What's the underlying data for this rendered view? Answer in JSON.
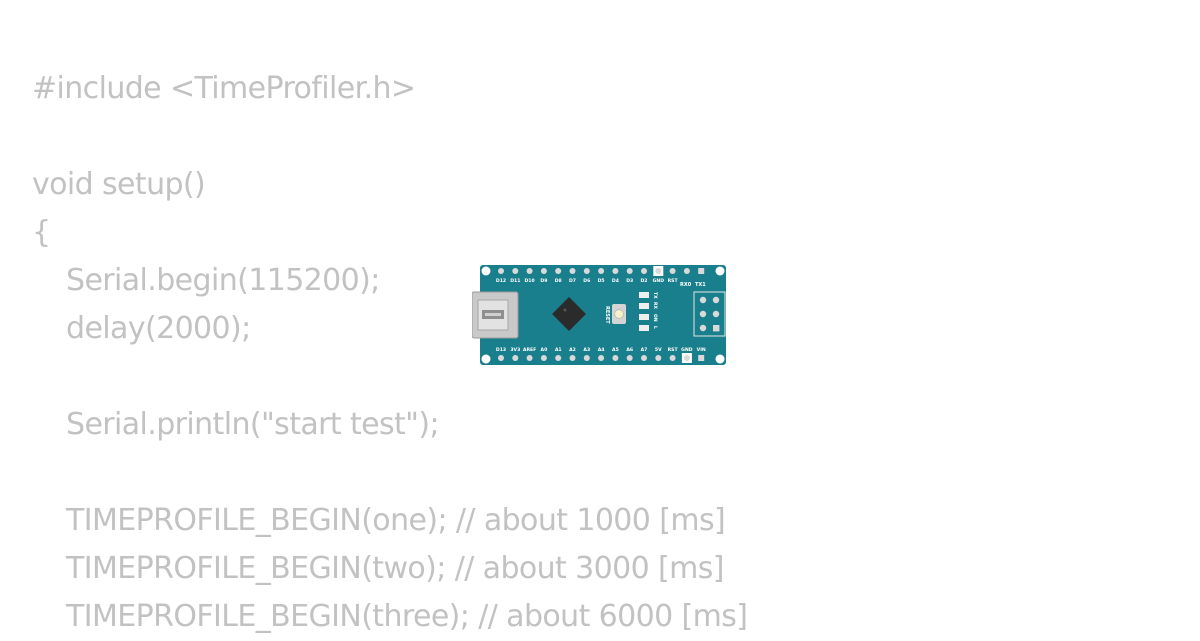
{
  "code_lines": [
    {
      "text": "#include <TimeProfiler.h>",
      "indent": 0
    },
    {
      "text": "",
      "indent": 0
    },
    {
      "text": "void setup()",
      "indent": 0
    },
    {
      "text": "{",
      "indent": 0
    },
    {
      "text": "Serial.begin(115200);",
      "indent": 1
    },
    {
      "text": "delay(2000);",
      "indent": 1
    },
    {
      "text": "",
      "indent": 0
    },
    {
      "text": "Serial.println(\"start test\");",
      "indent": 1
    },
    {
      "text": "",
      "indent": 0
    },
    {
      "text": "TIMEPROFILE_BEGIN(one); // about 1000 [ms]",
      "indent": 1
    },
    {
      "text": "TIMEPROFILE_BEGIN(two); // about 3000 [ms]",
      "indent": 1
    },
    {
      "text": "TIMEPROFILE_BEGIN(three); // about 6000 [ms]",
      "indent": 1
    }
  ],
  "board": {
    "top_pin_labels": [
      "D12",
      "D11",
      "D10",
      "D9",
      "D8",
      "D7",
      "D6",
      "D5",
      "D4",
      "D3",
      "D2",
      "GND",
      "RST"
    ],
    "bottom_pin_labels": [
      "D13",
      "3V3",
      "AREF",
      "A0",
      "A1",
      "A2",
      "A3",
      "A4",
      "A5",
      "A6",
      "A7",
      "5V",
      "RST",
      "GND",
      "VIN"
    ],
    "serial_labels": {
      "rx": "RX0",
      "tx": "TX1"
    },
    "reset_label": "RESET",
    "led_labels": {
      "tx": "TX",
      "rx": "RX",
      "on": "ON",
      "l": "L"
    },
    "colors": {
      "pcb": "#1a7f8c",
      "chip": "#2b2b2b",
      "usb": "#c9c9c9",
      "pad": "#d9d9d9"
    }
  }
}
